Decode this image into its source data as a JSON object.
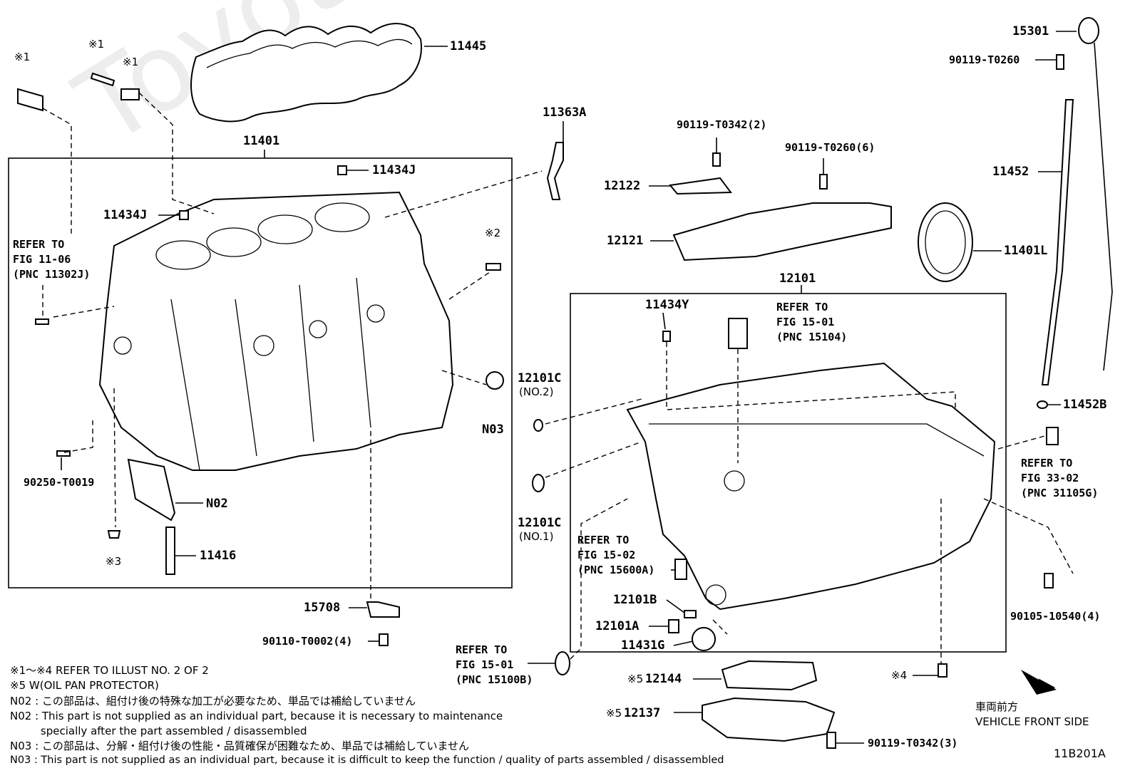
{
  "watermark": "ToyotaCarMarc.ru",
  "part_labels": {
    "p11445": "11445",
    "p11401": "11401",
    "p11434J_top": "11434J",
    "p11434J": "11434J",
    "p11363A": "11363A",
    "p12122": "12122",
    "p12121": "12121",
    "p15301": "15301",
    "p11452": "11452",
    "p11401L": "11401L",
    "p11452B": "11452B",
    "p12101": "12101",
    "p11434Y": "11434Y",
    "p12101C_no2": "12101C",
    "p12101C_no2_sub": "(NO.2)",
    "p12101C_no1": "12101C",
    "p12101C_no1_sub": "(NO.1)",
    "pN03": "N03",
    "pN02": "N02",
    "p11416": "11416",
    "p90250": "90250-T0019",
    "p15708": "15708",
    "p90110": "90110-T0002(4)",
    "p90119_T0260": "90119-T0260",
    "p90119_T0342_2": "90119-T0342(2)",
    "p90119_T0260_6": "90119-T0260(6)",
    "p12101B": "12101B",
    "p12101A": "12101A",
    "p11431G": "11431G",
    "p90105": "90105-10540(4)",
    "p12144": "12144",
    "p12137": "12137",
    "p90119_T0342_3": "90119-T0342(3)",
    "mark1_a": "※1",
    "mark1_b": "※1",
    "mark1_c": "※1",
    "mark2": "※2",
    "mark3": "※3",
    "mark4": "※4",
    "mark5_a": "※5",
    "mark5_b": "※5"
  },
  "refer_labels": {
    "fig11_06": "REFER TO\nFIG 11-06\n(PNC 11302J)",
    "fig15_01_top": "REFER TO\nFIG 15-01\n(PNC 15104)",
    "fig15_02": "REFER TO\nFIG 15-02\n(PNC 15600A)",
    "fig15_01_bottom": "REFER TO\nFIG 15-01\n(PNC 15100B)",
    "fig33_02": "REFER TO\nFIG 33-02\n(PNC 31105G)"
  },
  "notes": [
    "※1～※4  REFER TO ILLUST NO. 2 OF 2",
    "※5 W(OIL PAN PROTECTOR)",
    "N02 : この部品は、組付け後の特殊な加工が必要なため、単品では補給していません",
    "N02 : This part is not supplied as an individual part, because it is necessary to maintenance",
    "         specially after the part assembled / disassembled",
    "N03 : この部品は、分解・組付け後の性能・品質確保が困難なため、単品では補給していません",
    "N03 : This part is not supplied as an individual part, because it is difficult to keep the function / quality of parts  assembled / disassembled"
  ],
  "direction": {
    "japanese": "車両前方",
    "english": "VEHICLE FRONT SIDE"
  },
  "illustration_id": "11B201A"
}
